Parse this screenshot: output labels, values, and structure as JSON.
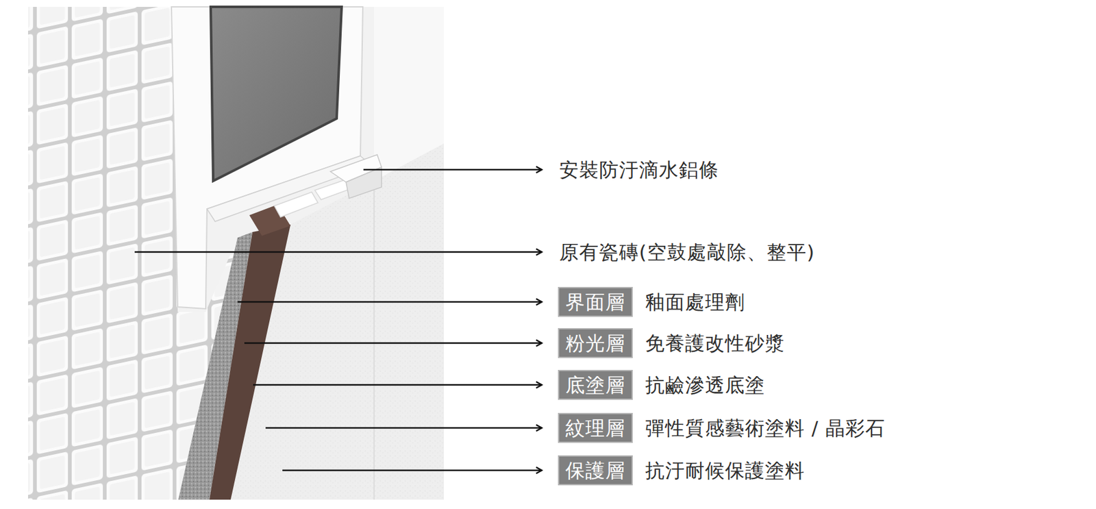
{
  "diagram": {
    "nodes": [
      {
        "text": [
          "界面層"
        ]
      },
      {
        "text": [
          "粉光層"
        ]
      },
      {
        "text": [
          "底塗層"
        ]
      },
      {
        "text": [
          "紋理層"
        ]
      },
      {
        "text": [
          "保護層"
        ]
      }
    ],
    "labels": [
      "安裝防汙滴水鋁條",
      "原有瓷磚(空鼓處敲除、整平)",
      "釉面處理劑",
      "免養護改性砂漿",
      "抗鹼滲透底塗",
      "彈性質感藝術塗料 / 晶彩石",
      "抗汙耐候保護塗料"
    ]
  }
}
